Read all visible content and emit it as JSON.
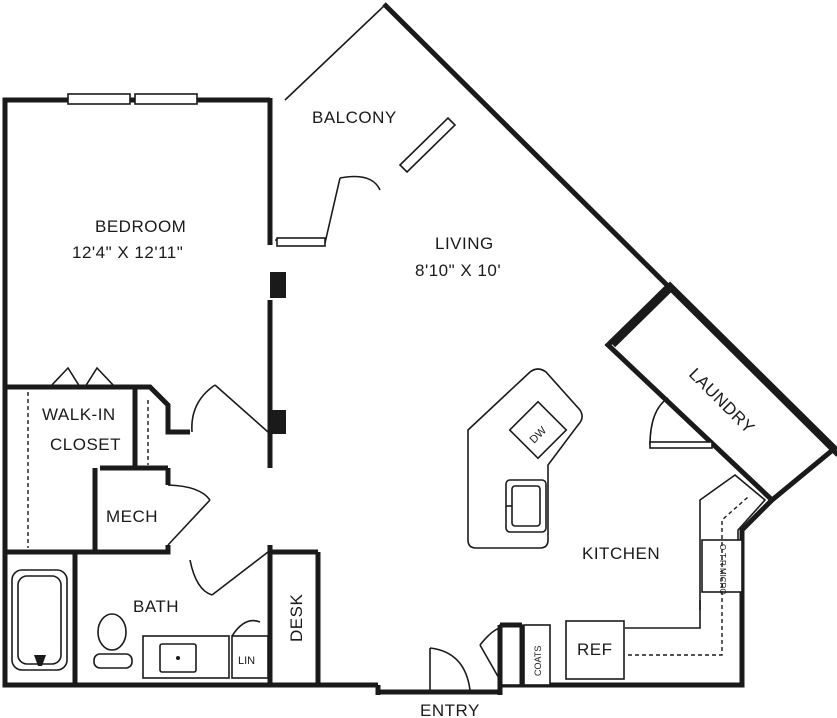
{
  "rooms": {
    "balcony": "BALCONY",
    "bedroom_name": "BEDROOM",
    "bedroom_dims": "12'4\" X 12'11\"",
    "living_name": "LIVING",
    "living_dims": "8'10\" X 10'",
    "laundry": "LAUNDRY",
    "walkin_line1": "WALK-IN",
    "walkin_line2": "CLOSET",
    "mech": "MECH",
    "bath": "BATH",
    "desk": "DESK",
    "kitchen": "KITCHEN",
    "entry": "ENTRY"
  },
  "fixtures": {
    "dishwasher": "DW",
    "linen": "LIN",
    "coats": "COATS",
    "refrigerator": "REF",
    "microwave": "O-T-R MICRO"
  }
}
